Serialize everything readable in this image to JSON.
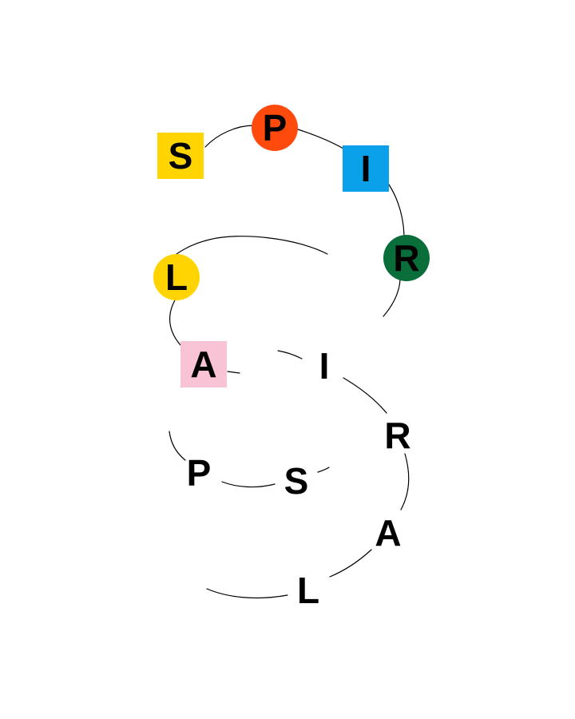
{
  "colors": {
    "background": "#ffffff",
    "ink": "#000000",
    "yellow": "#ffd400",
    "red_orange": "#ff4a0d",
    "blue": "#0aa0ea",
    "green": "#0a6e3b",
    "pink": "#f8c3d4"
  },
  "letters": [
    {
      "text": "S",
      "shape": "square",
      "fill": "#ffd400"
    },
    {
      "text": "P",
      "shape": "circle",
      "fill": "#ff4a0d"
    },
    {
      "text": "I",
      "shape": "square",
      "fill": "#0aa0ea"
    },
    {
      "text": "R",
      "shape": "circle",
      "fill": "#0a6e3b"
    },
    {
      "text": "L",
      "shape": "circle",
      "fill": "#ffd400"
    },
    {
      "text": "A",
      "shape": "square",
      "fill": "#f8c3d4"
    },
    {
      "text": "I",
      "shape": "none"
    },
    {
      "text": "R",
      "shape": "none"
    },
    {
      "text": "A",
      "shape": "none"
    },
    {
      "text": "L",
      "shape": "none"
    },
    {
      "text": "P",
      "shape": "none"
    },
    {
      "text": "S",
      "shape": "none"
    }
  ]
}
